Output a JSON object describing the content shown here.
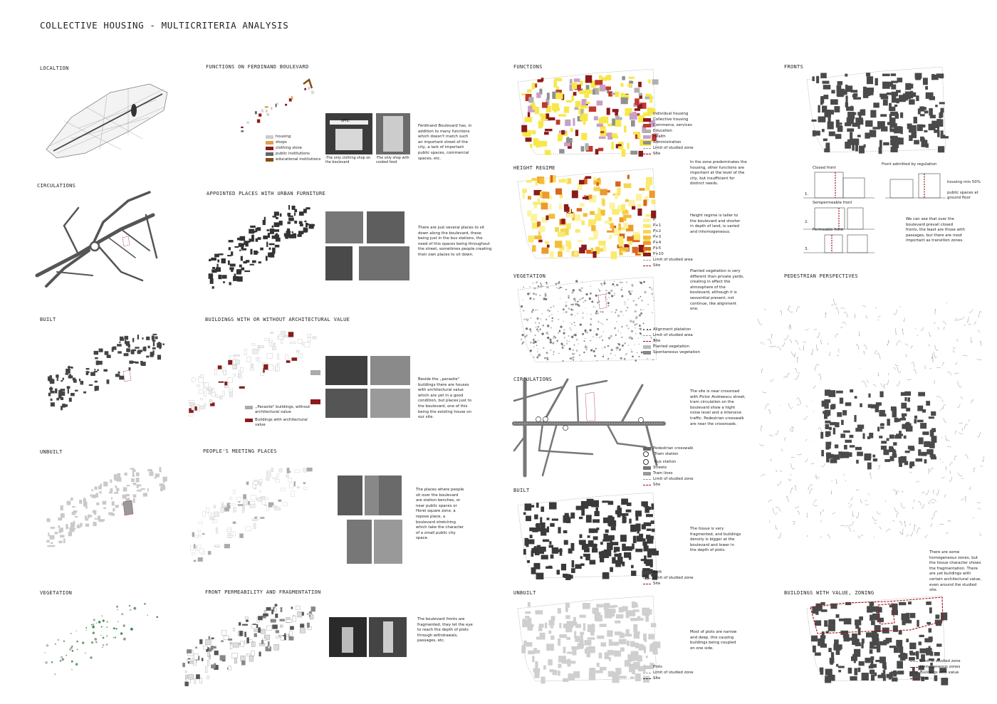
{
  "page": {
    "title": "COLLECTIVE HOUSING - MULTICRITERIA ANALYSIS"
  },
  "headings": {
    "location": "LOCALTION",
    "circulations_left": "CIRCULATIONS",
    "built_left": "BUILT",
    "unbuilt_left": "UNBUILT",
    "vegetation_left": "VEGETATION",
    "functions_ferdinand": "FUNCTIONS ON FERDINAND BOULEVARD",
    "appointed": "APPOINTED PLACES WITH URBAN FURNITURE",
    "buildings_value": "BUILDINGS WITH OR WITHOUT ARCHITECTURAL VALUE",
    "meeting": "PEOPLE'S MEETING PLACES",
    "front_perm": "FRONT PERMEABILITY AND FRAGMENTATION",
    "functions": "FUNCTIONS",
    "height": "HEIGHT REGIME",
    "vegetation": "VEGETATION",
    "circulations": "CIRCULATIONS",
    "built": "BUILT",
    "unbuilt": "UNBUILT",
    "fronts": "FRONTS",
    "pedestrian": "PEDESTRIAN PERSPECTIVES",
    "zoning": "BUILDINGS WITH VALUE, ZONING"
  },
  "legends": {
    "ferdinand": [
      "housing",
      "shops",
      "clothing store",
      "public institutions",
      "educational institutions"
    ],
    "arch_value": [
      ",,Parasite\" buildings, without architectural value",
      "Buildings with architectural value"
    ],
    "functions": [
      "Individual housing",
      "Collective housing",
      "Commerce, services",
      "Education",
      "Health",
      "Administration",
      "Limit of studied zone",
      "Site"
    ],
    "height": [
      "P",
      "P+1",
      "P+2",
      "P+3",
      "P+4",
      "P+5",
      "P+10",
      "Limit of studied area",
      "Site"
    ],
    "vegetation": [
      "Alignment platation",
      "Limit of studied area",
      "Site",
      "Planted vegetation",
      "Spontaneous vegetation"
    ],
    "circulations": [
      "Pedestrian crosswalk",
      "Tram station",
      "Bus station",
      "Streets",
      "Tram lines",
      "Limit of studied zone",
      "Site"
    ],
    "built": [
      "Built",
      "Limit of studied zone",
      "Site"
    ],
    "unbuilt": [
      "Plots",
      "Limit of studied zone",
      "Site"
    ],
    "zoning": [
      "Limit of studied zone",
      "Homogeneous zones",
      "Buildings with value",
      "Site"
    ]
  },
  "texts": {
    "ferdinand": "Ferdinand Boulevard has, in addition to many functions which doesn't match such an important street of the city, a lack of important public spaces, commercial spaces, etc.",
    "ferdinand_cap1": "-The only clothing shop on the boulevard",
    "ferdinand_cap2": "-The only shop with cooked food",
    "appointed": "There are just several places to sit down along the boulevard, these being just in the bus stations, the need of this spaces being throughout the street, sometimes people creating their own places to sit down.",
    "arch_value": "Beside the ,,parasite\" buildings there are houses with architectural value which are yet in a good condition, but places just to the boulevard, one of this being the existing house on our site.",
    "meeting": "The places where people sit over the boulevard are station benches, or near public spaces or Horei square zone, a repose place, a boulevard stretching which take the character of a small public city space.",
    "front_perm": "The boulevard fronts are fragmented, they let the eye to reach the depth of plots through withdrawals, passages, etc.",
    "functions": "In the zone predominates the housing, other functions are important at the level of the city, but insufficient for distinct needs.",
    "height": "Height regime is taller to the boulevard and shorter in depth of land, is varied and inhomogeneous.",
    "vegetation": "Planted vegetation is very different than private yards, creating in effect the atmosphere of the boulevard, although it is sesvential present, not continue, like alignment one.",
    "circulations": "The site is near crossroad with Pictor Andreescu street; tram circulation on the boulevard show a hight noise level and a intensive traffic. Pedestrian crosswalk are near the crossroads.",
    "built": "The tissue is very fragmented, and buildings density is bigger at the boulevard and lower in the depth of plots.",
    "unbuilt": "Most of plots are narrow and deep, this causing buildings being coupled on one side.",
    "fronts": "We can see that over the boulevard prevail closed fronts, the least are those with passages, but there are most important as transition zones.",
    "pedestrian": "There are some homogeneous zones, but the tissue character shows the fragmentation. There are yet buildings with certain architectural value, even around the studied site."
  },
  "fronts_diagram": {
    "closed": "Closed front",
    "admitted": "Front admitted by regulation",
    "semipermeable": "Sempermeable front",
    "permeable": "Permeable front",
    "housing_min": "housing min 50%",
    "public_spaces": "public spaces at ground floor",
    "n1": "1.",
    "n2": "2.",
    "n3": "3."
  },
  "photo_labels": {
    "optic": "OPTIC"
  },
  "colors": {
    "individual": "#f7e84a",
    "collective": "#8b1a1a",
    "commerce": "#c0392b",
    "education": "#b0b0b0",
    "health": "#c9a0c8",
    "admin": "#909090",
    "site": "#a01020",
    "built": "#444444",
    "unbuilt": "#cccccc",
    "veg": "#3a8a4a",
    "h0": "#fbf3a0",
    "h1": "#f9ea70",
    "h2": "#f6d650",
    "h3": "#f3bc3a",
    "h4": "#ec9a2c",
    "h5": "#d9661d",
    "h10": "#8b1a1a"
  }
}
